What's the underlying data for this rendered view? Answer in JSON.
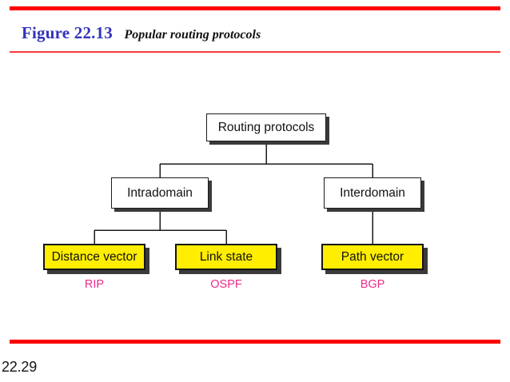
{
  "slide": {
    "figure_label": "Figure 22.13",
    "figure_caption": "Popular routing protocols",
    "page_number": "22.29"
  },
  "colors": {
    "rule_strong": "#fd0000",
    "rule_light": "#fb3b3b",
    "figure_label_color": "#3333bb",
    "node_highlight_fill": "#ffee00",
    "node_plain_fill": "#ffffff",
    "node_border": "#141414",
    "node_shadow": "#3a3a3a",
    "protocol_caption_color": "#ee2a8b"
  },
  "diagram": {
    "type": "tree",
    "root": "routing-protocols",
    "nodes": [
      {
        "id": "routing-protocols",
        "label": "Routing protocols",
        "style": "plain",
        "level": 0
      },
      {
        "id": "intradomain",
        "label": "Intradomain",
        "style": "plain",
        "level": 1
      },
      {
        "id": "interdomain",
        "label": "Interdomain",
        "style": "plain",
        "level": 1
      },
      {
        "id": "distance-vector",
        "label": "Distance vector",
        "style": "highlight",
        "level": 2,
        "protocol": "RIP"
      },
      {
        "id": "link-state",
        "label": "Link state",
        "style": "highlight",
        "level": 2,
        "protocol": "OSPF"
      },
      {
        "id": "path-vector",
        "label": "Path vector",
        "style": "highlight",
        "level": 2,
        "protocol": "BGP"
      }
    ],
    "edges": [
      {
        "from": "routing-protocols",
        "to": "intradomain"
      },
      {
        "from": "routing-protocols",
        "to": "interdomain"
      },
      {
        "from": "intradomain",
        "to": "distance-vector"
      },
      {
        "from": "intradomain",
        "to": "link-state"
      },
      {
        "from": "interdomain",
        "to": "path-vector"
      }
    ],
    "protocol_captions": [
      {
        "node": "distance-vector",
        "label": "RIP"
      },
      {
        "node": "link-state",
        "label": "OSPF"
      },
      {
        "node": "path-vector",
        "label": "BGP"
      }
    ]
  }
}
